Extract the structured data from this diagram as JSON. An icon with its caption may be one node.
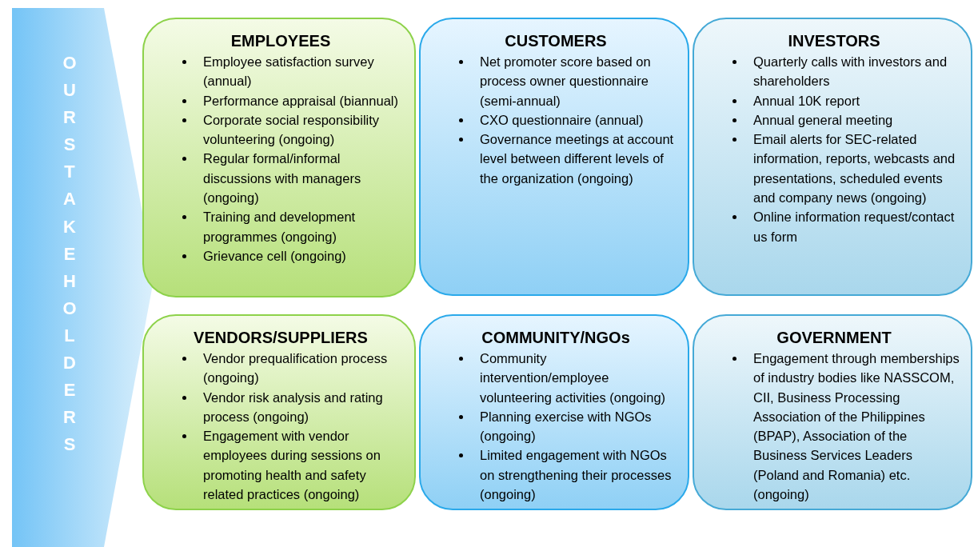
{
  "diagram": {
    "nodes": [
      {
        "text": [
          "OUR STAKEHOLDERS"
        ]
      },
      {
        "text": [
          "EMPLOYEES",
          "Employee satisfaction survey (annual)",
          "Performance appraisal (biannual)",
          "Corporate social responsibility volunteering (ongoing)",
          "Regular formal/informal discussions with managers (ongoing)",
          "Training and development programmes (ongoing)",
          "Grievance cell (ongoing)"
        ]
      },
      {
        "text": [
          "CUSTOMERS",
          "Net promoter score based on process owner questionnaire (semi-annual)",
          "CXO questionnaire (annual)",
          "Governance meetings at account level between different levels of the organization (ongoing)"
        ]
      },
      {
        "text": [
          "INVESTORS",
          "Quarterly calls with investors and shareholders",
          "Annual 10K report",
          "Annual general meeting",
          "Email alerts for SEC-related information, reports, webcasts and presentations, scheduled events and company news (ongoing)",
          "Online information request/contact us form"
        ]
      },
      {
        "text": [
          "VENDORS/SUPPLIERS",
          "Vendor prequalification process (ongoing)",
          "Vendor risk analysis and rating process (ongoing)",
          "Engagement with vendor employees during sessions on promoting health and safety related practices (ongoing)"
        ]
      },
      {
        "text": [
          "COMMUNITY/NGOs",
          "Community intervention/employee volunteering activities (ongoing)",
          "Planning exercise with NGOs (ongoing)",
          "Limited engagement with NGOs on strengthening their processes (ongoing)"
        ]
      },
      {
        "text": [
          "GOVERNMENT",
          "Engagement through memberships of industry bodies like NASSCOM, CII, Business Processing Association of the Philippines (BPAP), Association of the Business Services Leaders (Poland and Romania) etc. (ongoing)"
        ]
      }
    ]
  }
}
